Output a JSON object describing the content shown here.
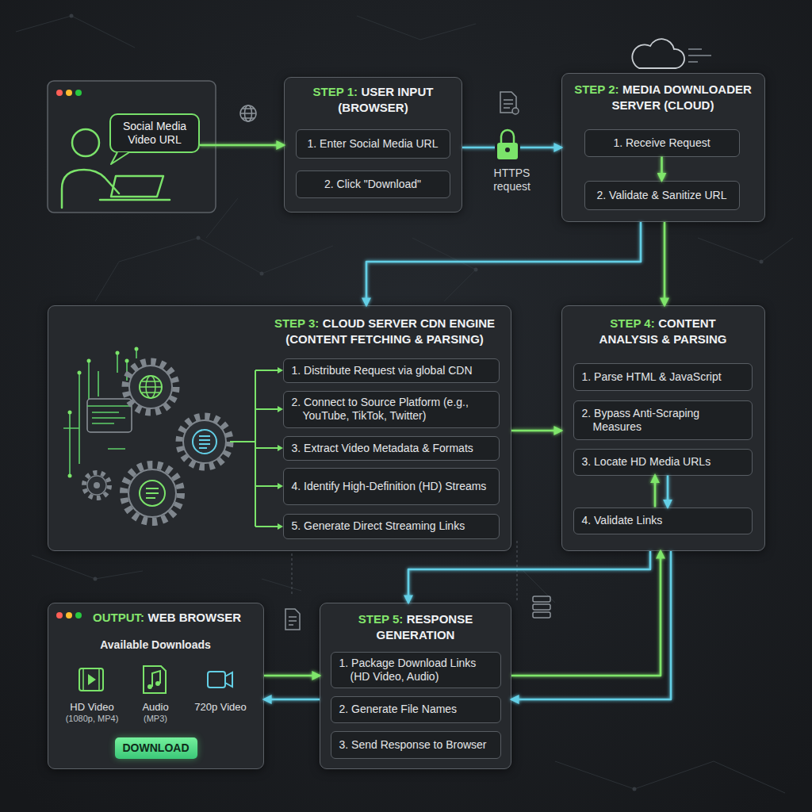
{
  "diagram": {
    "nodes": [
      {
        "text": [
          "Social Media Video URL"
        ]
      },
      {
        "text": [
          "STEP 1:",
          "USER INPUT (BROWSER)"
        ]
      },
      {
        "text": [
          "1. Enter Social Media URL"
        ],
        "in": 1
      },
      {
        "text": [
          "2. Click \"Download\""
        ],
        "in": 1
      },
      {
        "text": [
          "STEP 2:",
          "MEDIA DOWNLOADER SERVER (CLOUD)"
        ]
      },
      {
        "text": [
          "1. Receive Request"
        ],
        "in": 4
      },
      {
        "text": [
          "2. Validate & Sanitize URL"
        ],
        "in": 4
      },
      {
        "text": [
          "STEP 3:",
          "CLOUD SERVER CDN ENGINE (CONTENT FETCHING & PARSING)"
        ]
      },
      {
        "text": [
          "1. Distribute Request via global CDN"
        ],
        "in": 7
      },
      {
        "text": [
          "2. Connect to Source Platform (e.g., YouTube, TikTok, Twitter)"
        ],
        "in": 7
      },
      {
        "text": [
          "3. Extract Video Metadata & Formats"
        ],
        "in": 7
      },
      {
        "text": [
          "4. Identify High-Definition (HD) Streams"
        ],
        "in": 7
      },
      {
        "text": [
          "5. Generate Direct Streaming Links"
        ],
        "in": 7
      },
      {
        "text": [
          "STEP 4:",
          "CONTENT ANALYSIS & PARSING"
        ]
      },
      {
        "text": [
          "1. Parse HTML & JavaScript"
        ],
        "in": 13
      },
      {
        "text": [
          "2. Bypass Anti-Scraping Measures"
        ],
        "in": 13
      },
      {
        "text": [
          "3. Locate HD Media URLs"
        ],
        "in": 13
      },
      {
        "text": [
          "4. Validate Links"
        ],
        "in": 13
      },
      {
        "text": [
          "STEP 5:",
          "RESPONSE GENERATION"
        ]
      },
      {
        "text": [
          "1. Package Download Links (HD Video, Audio)"
        ],
        "in": 18
      },
      {
        "text": [
          "2. Generate File Names"
        ],
        "in": 18
      },
      {
        "text": [
          "3. Send Response to Browser"
        ],
        "in": 18
      },
      {
        "text": [
          "OUTPUT:",
          "WEB BROWSER",
          "Available Downloads",
          "HD Video",
          "(1080p, MP4)",
          "Audio",
          "(MP3)",
          "720p Video"
        ]
      },
      {
        "text": [
          "DOWNLOAD"
        ],
        "in": 22
      }
    ],
    "edges": [
      {
        "from": 0,
        "to": 1,
        "arrow": "to"
      },
      {
        "from": 1,
        "to": 4,
        "label": "HTTPS request",
        "arrow": "to"
      },
      {
        "from": 5,
        "to": 6,
        "arrow": "to"
      },
      {
        "from": 4,
        "to": 7,
        "arrow": "to"
      },
      {
        "from": 4,
        "to": 13,
        "arrow": "to"
      },
      {
        "from": 7,
        "to": 13,
        "arrow": "to"
      },
      {
        "from": 16,
        "to": 17,
        "arrow": "to"
      },
      {
        "from": 17,
        "to": 16,
        "arrow": "to"
      },
      {
        "from": 13,
        "to": 18,
        "arrow": "to"
      },
      {
        "from": 13,
        "to": 18,
        "arrow": "to"
      },
      {
        "from": 18,
        "to": 13,
        "arrow": "to"
      },
      {
        "from": 22,
        "to": 18,
        "arrow": "to"
      },
      {
        "from": 18,
        "to": 22,
        "arrow": "to"
      }
    ]
  }
}
